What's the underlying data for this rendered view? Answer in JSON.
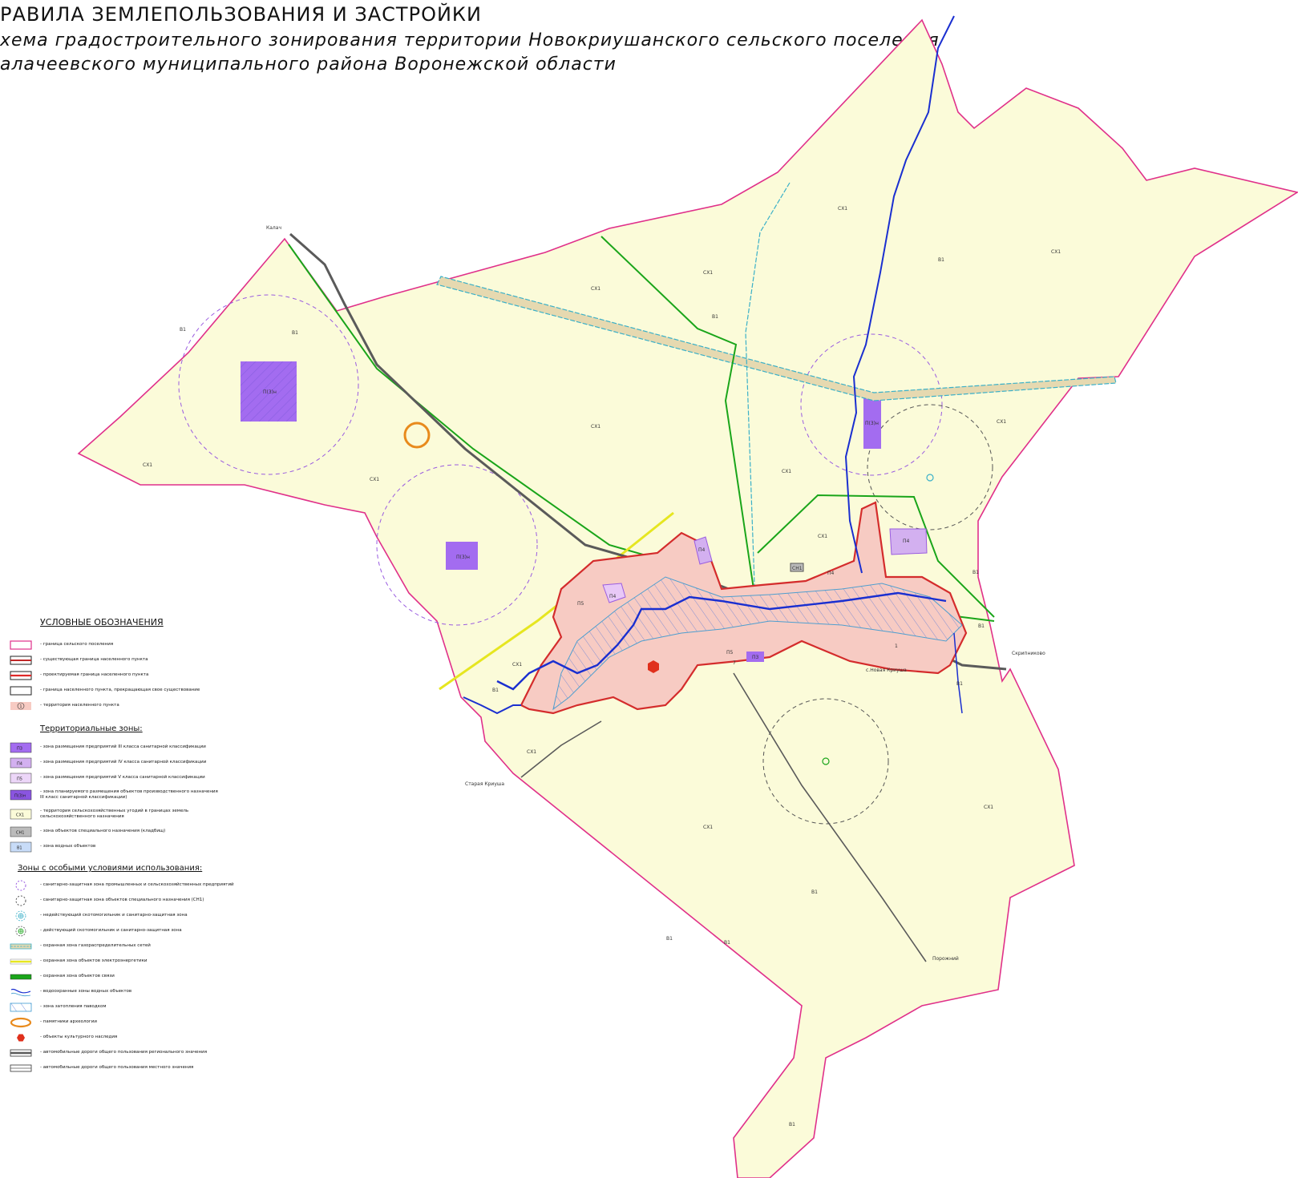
{
  "header": {
    "title_line1": "РАВИЛА ЗЕМЛЕПОЛЬЗОВАНИЯ И ЗАСТРОЙКИ",
    "title_line2": "хема градостроительного зонирования территории Новокриушанского сельского поселения",
    "title_line3": "алачеевского муниципального района Воронежской области"
  },
  "colors": {
    "territory_fill": "#fbfbd9",
    "boundary": "#e0308a",
    "settlement_fill": "#f7cbc3",
    "settlement_border": "#d42c2c",
    "industrial_zone": "#a36cf0",
    "protection_zone": "#9a5ce0",
    "communication_line": "#1aa51a",
    "power_line": "#e6e620",
    "water": "#1a2fd0",
    "water_protection": "#3d9ad0",
    "gas": "#3ab0c8",
    "road": "#5a5a5a",
    "archaeology": "#e88a1c",
    "heritage": "#e0301c"
  },
  "map": {
    "labels": {
      "cx1": "СХ1",
      "v1": "В1",
      "p3": "П3",
      "p4": "П4",
      "p5": "П5",
      "pzh": "П(3)н",
      "sn1": "СН1",
      "one": "1",
      "seven": "7"
    },
    "places": {
      "kalach": "Калач",
      "skripnikovo": "Скрипниково",
      "staraya_kriusha": "Старая Криуша",
      "novaya_kriusha": "с.Новая Криуша",
      "porozhnyi": "Порожний"
    }
  },
  "legend": {
    "heading": "УСЛОВНЫЕ ОБОЗНАЧЕНИЯ",
    "items": [
      {
        "text": "- граница сельского поселения"
      },
      {
        "text": "- существующая граница населенного пункта"
      },
      {
        "text": "- проектируемая граница населенного пункта"
      },
      {
        "text": "- граница населенного пункта, прекращающая свое существование"
      },
      {
        "text": "- территория населенного пункта",
        "symbol_label": "1"
      }
    ],
    "zones_heading": "Территориальные зоны:",
    "zones": [
      {
        "label": "П3",
        "text": "- зона размещения предприятий III класса санитарной классификации"
      },
      {
        "label": "П4",
        "text": "- зона размещения предприятий IV класса санитарной классификации"
      },
      {
        "label": "П5",
        "text": "- зона размещения предприятий V класса санитарной классификации"
      },
      {
        "label": "П(3)н",
        "text": "- зона планируемого размещения объектов производственного назначения",
        "text2": "III класс санитарной классификации)"
      },
      {
        "label": "СХ1",
        "text": "- территория сельскохозяйственных угодий в границах земель",
        "text2": "сельскохозяйственного назначения"
      },
      {
        "label": "СН1",
        "text": "- зона объектов специального назначения (кладбищ)"
      },
      {
        "label": "В1",
        "text": "- зона водных объектов"
      }
    ],
    "special_heading": "Зоны с особыми условиями использования:",
    "special": [
      {
        "text": "- санитарно-защитная зона промышленных и сельскохозяйственных предприятий"
      },
      {
        "text": "- санитарно-защитная зона объектов специального назначения (СН1)"
      },
      {
        "text": "- недействующий скотомогильник и санитарно-защитная зона"
      },
      {
        "text": "- действующий скотомогильник и санитарно-защитная зона"
      },
      {
        "text": "- охранная зона газораспределительных сетей"
      },
      {
        "text": "- охранная зона объектов электроэнергетики"
      },
      {
        "text": "- охранная зона объектов связи"
      },
      {
        "text": "- водоохранные зоны водных объектов"
      },
      {
        "text": "- зона затопления паводком"
      },
      {
        "text": "- памятники археологии"
      },
      {
        "text": "- объекты культурного наследия"
      },
      {
        "text": "- автомобильные дороги общего пользования регионального значения"
      },
      {
        "text": "- автомобильные дороги общего пользования местного значения"
      }
    ]
  }
}
